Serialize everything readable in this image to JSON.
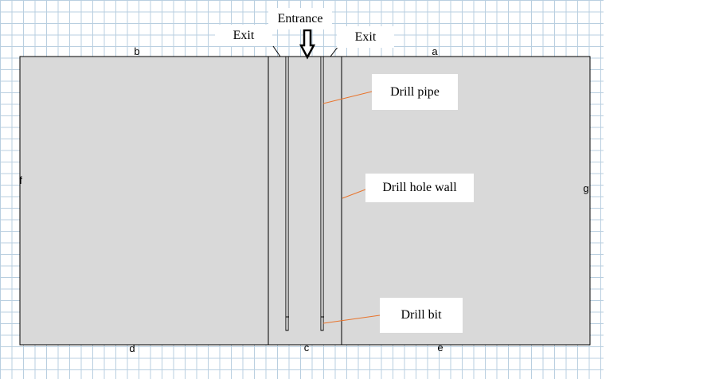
{
  "labels": {
    "entrance": "Entrance",
    "exit_left": "Exit",
    "exit_right": "Exit",
    "drill_pipe": "Drill pipe",
    "drill_hole_wall": "Drill hole wall",
    "drill_bit": "Drill bit"
  },
  "points": {
    "a": "a",
    "b": "b",
    "c": "c",
    "d": "d",
    "e": "e",
    "f": "f",
    "g": "g"
  },
  "colors": {
    "formation_fill": "#d9d9d9",
    "leader_line": "#e8742c",
    "grid": "#b9cfe0"
  }
}
